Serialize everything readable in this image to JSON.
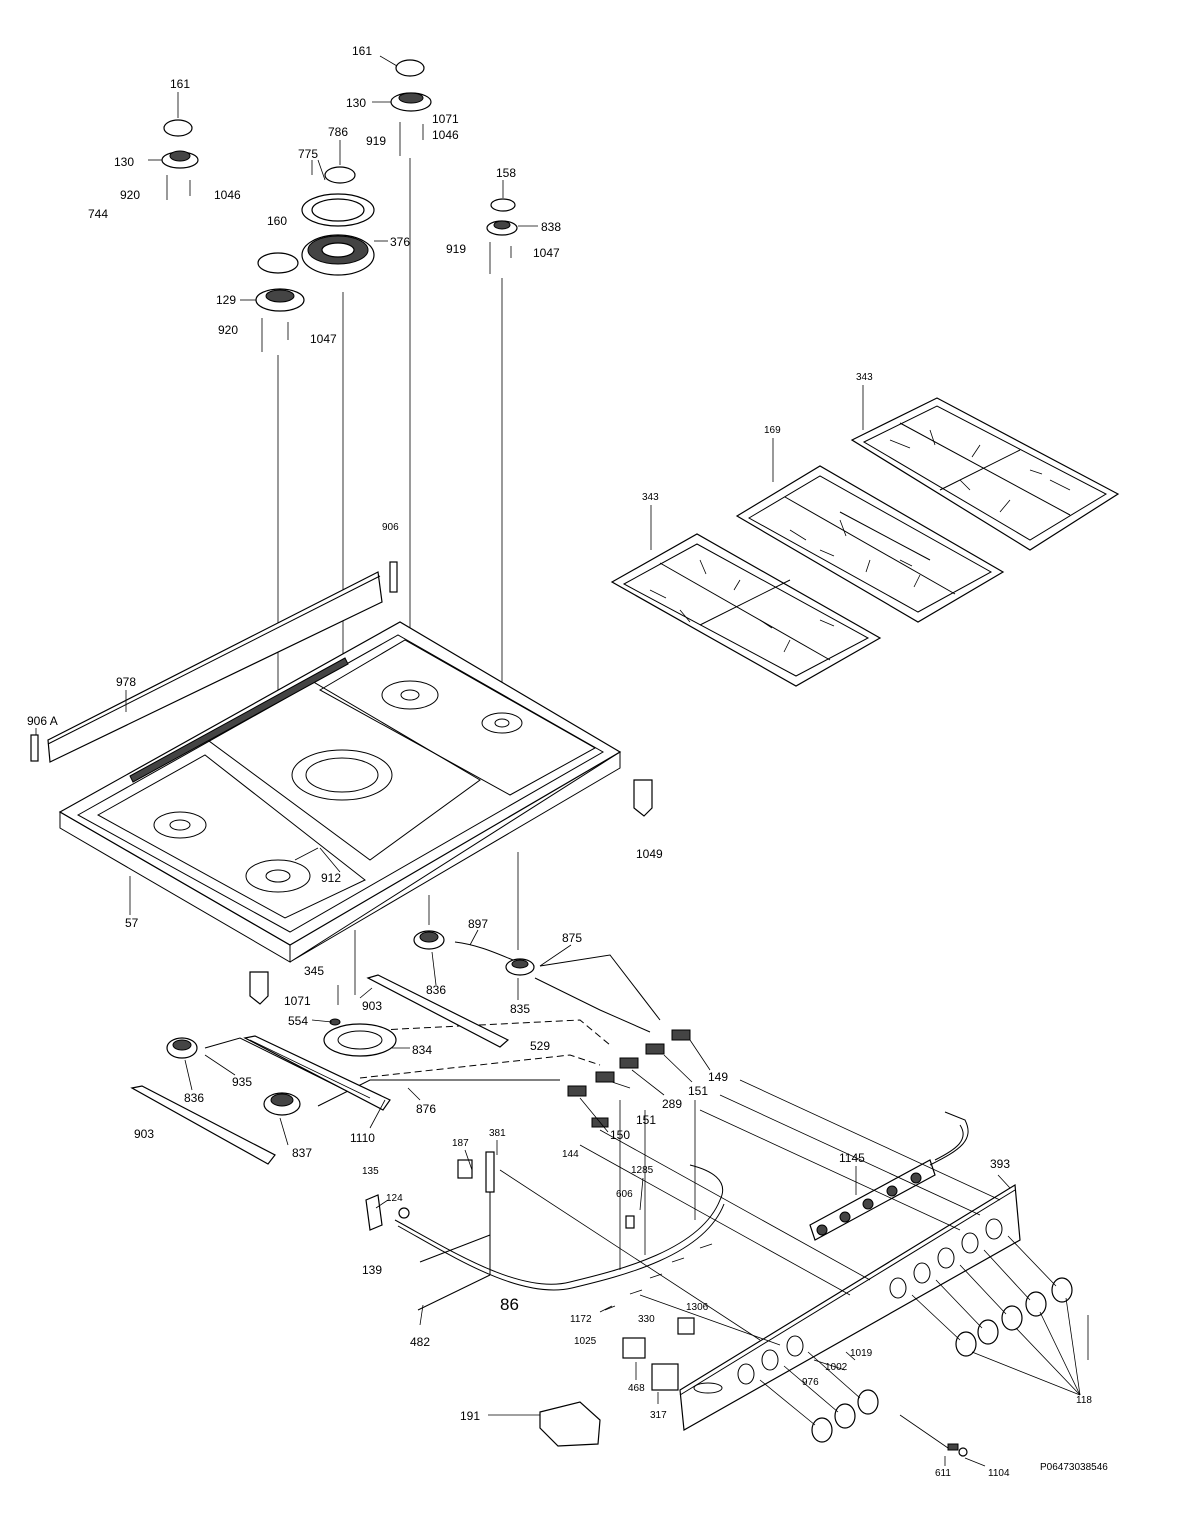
{
  "diagram": {
    "reference": "P06473038546",
    "part_numbers": {
      "p161a": "161",
      "p161b": "161",
      "p130a": "130",
      "p130b": "130",
      "p920a": "920",
      "p920b": "920",
      "p744": "744",
      "p1046a": "1046",
      "p1046b": "1046",
      "p786": "786",
      "p775": "775",
      "p160": "160",
      "p376": "376",
      "p129": "129",
      "p1047a": "1047",
      "p1047b": "1047",
      "p919a": "919",
      "p919b": "919",
      "p1071a": "1071",
      "p1071b": "1071",
      "p158": "158",
      "p838": "838",
      "p343a": "343",
      "p343b": "343",
      "p169": "169",
      "p906": "906",
      "p906a": "906 A",
      "p978": "978",
      "p1049": "1049",
      "p912": "912",
      "p57": "57",
      "p897": "897",
      "p875": "875",
      "p836a": "836",
      "p836b": "836",
      "p835": "835",
      "p345": "345",
      "p554": "554",
      "p903a": "903",
      "p903b": "903",
      "p834": "834",
      "p529": "529",
      "p149": "149",
      "p151a": "151",
      "p151b": "151",
      "p289": "289",
      "p935": "935",
      "p876": "876",
      "p150": "150",
      "p1110": "1110",
      "p837": "837",
      "p135": "135",
      "p187": "187",
      "p381": "381",
      "p144": "144",
      "p1285": "1285",
      "p606": "606",
      "p1145": "1145",
      "p393": "393",
      "p124": "124",
      "p139": "139",
      "p86": "86",
      "p1172": "1172",
      "p330": "330",
      "p1306": "1306",
      "p1025": "1025",
      "p482": "482",
      "p468": "468",
      "p317": "317",
      "p1019": "1019",
      "p1002": "1002",
      "p976": "976",
      "p118": "118",
      "p191": "191",
      "p611": "611",
      "p1104": "1104"
    }
  }
}
